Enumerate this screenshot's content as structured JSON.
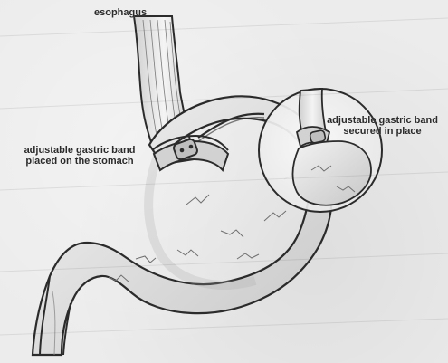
{
  "labels": {
    "esophagus": "esophagus",
    "band_placed_line1": "adjustable gastric band",
    "band_placed_line2": "placed on the stomach",
    "band_secured_line1": "adjustable gastric band",
    "band_secured_line2": "secured in place"
  },
  "colors": {
    "background": "#ececec",
    "ink": "#2b2b2b",
    "tissue_fill": "#d9d9d9",
    "tissue_shadow": "#bfbfbf",
    "band_fill": "#cfcfcf"
  }
}
